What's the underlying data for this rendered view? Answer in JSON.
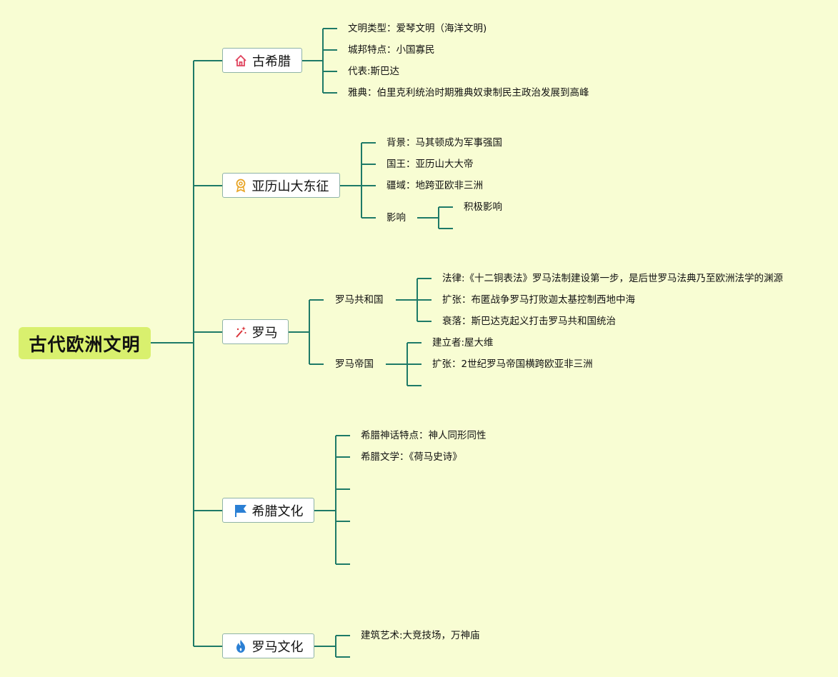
{
  "root": {
    "label": "古代欧洲文明"
  },
  "branches": [
    {
      "label": "古希腊",
      "icon": "house-icon",
      "icon_color": "#e0445e",
      "children": [
        {
          "text": "文明类型：爱琴文明（海洋文明)"
        },
        {
          "text": "城邦特点：小国寡民"
        },
        {
          "text": "代表:斯巴达"
        },
        {
          "text": "雅典：伯里克利统治时期雅典奴隶制民主政治发展到高峰"
        }
      ]
    },
    {
      "label": "亚历山大东征",
      "icon": "medal-icon",
      "icon_color": "#e8a322",
      "children": [
        {
          "text": "背景：马其顿成为军事强国"
        },
        {
          "text": "国王：亚历山大大帝"
        },
        {
          "text": "疆域：地跨亚欧非三洲"
        },
        {
          "text": "影响",
          "children": [
            {
              "text": "积极影响"
            },
            {
              "text": ""
            }
          ]
        }
      ]
    },
    {
      "label": "罗马",
      "icon": "magic-wand-icon",
      "icon_color": "#d9343b",
      "children": [
        {
          "text": "罗马共和国",
          "children": [
            {
              "text": "法律:《十二铜表法》罗马法制建设第一步，是后世罗马法典乃至欧洲法学的渊源"
            },
            {
              "text": "扩张：布匿战争罗马打败迦太基控制西地中海"
            },
            {
              "text": "衰落：斯巴达克起义打击罗马共和国统治"
            }
          ]
        },
        {
          "text": "罗马帝国",
          "children": [
            {
              "text": "建立者:屋大维"
            },
            {
              "text": "扩张：2世纪罗马帝国横跨欧亚非三洲"
            },
            {
              "text": ""
            }
          ]
        }
      ]
    },
    {
      "label": "希腊文化",
      "icon": "flag-icon",
      "icon_color": "#2a7fd4",
      "children": [
        {
          "text": "希腊神话特点：神人同形同性"
        },
        {
          "text": "希腊文学：《荷马史诗》"
        },
        {
          "text": ""
        },
        {
          "text": ""
        },
        {
          "text": ""
        }
      ]
    },
    {
      "label": "罗马文化",
      "icon": "flame-icon",
      "icon_color": "#2a7fd4",
      "children": [
        {
          "text": "建筑艺术:大竞技场，万神庙"
        }
      ]
    }
  ]
}
